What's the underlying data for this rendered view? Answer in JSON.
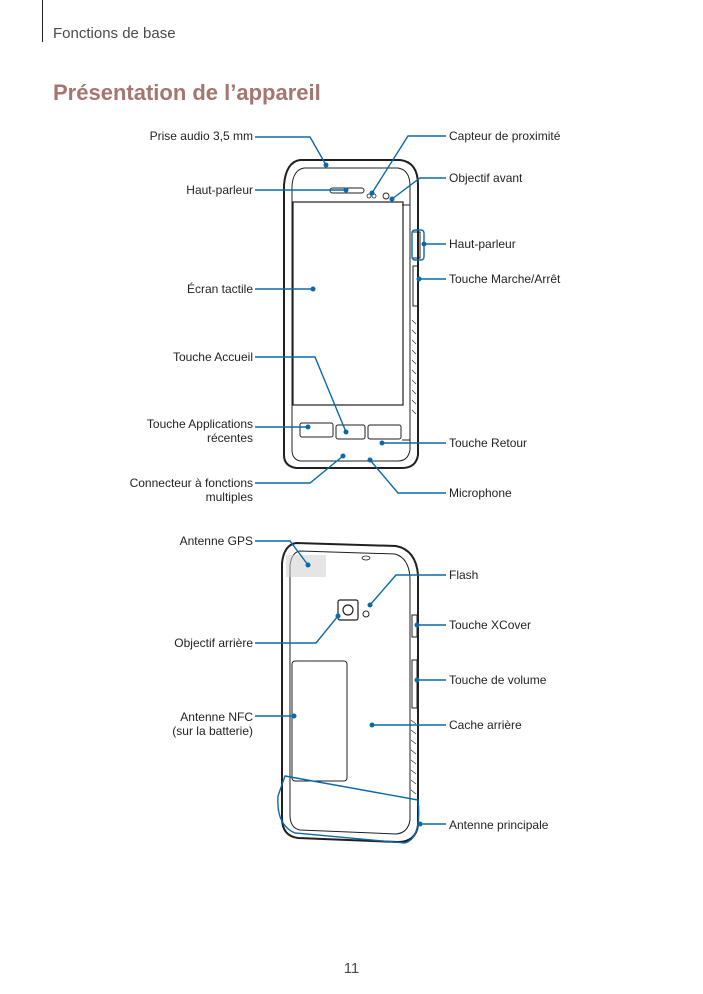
{
  "header": {
    "section": "Fonctions de base"
  },
  "title": "Présentation de l’appareil",
  "front_labels": {
    "left": {
      "audio_jack": "Prise audio 3,5 mm",
      "speaker": "Haut-parleur",
      "touchscreen": "Écran tactile",
      "home_key": "Touche Accueil",
      "recent_apps_line1": "Touche Applications",
      "recent_apps_line2": "récentes",
      "multipurpose_line1": "Connecteur à fonctions",
      "multipurpose_line2": "multiples"
    },
    "right": {
      "proximity_sensor": "Capteur de proximité",
      "front_camera": "Objectif avant",
      "speaker": "Haut-parleur",
      "power_key": "Touche Marche/Arrêt",
      "back_key": "Touche Retour",
      "microphone": "Microphone"
    }
  },
  "back_labels": {
    "left": {
      "gps_antenna": "Antenne GPS",
      "rear_camera": "Objectif arrière",
      "nfc_line1": "Antenne NFC",
      "nfc_line2": "(sur la batterie)"
    },
    "right": {
      "flash": "Flash",
      "xcover_key": "Touche XCover",
      "volume_key": "Touche de volume",
      "back_cover": "Cache arrière",
      "main_antenna": "Antenne principale"
    }
  },
  "colors": {
    "title": "#a57570",
    "leader": "#0a6aa8",
    "line_art": "#231f20"
  },
  "page_number": "11"
}
